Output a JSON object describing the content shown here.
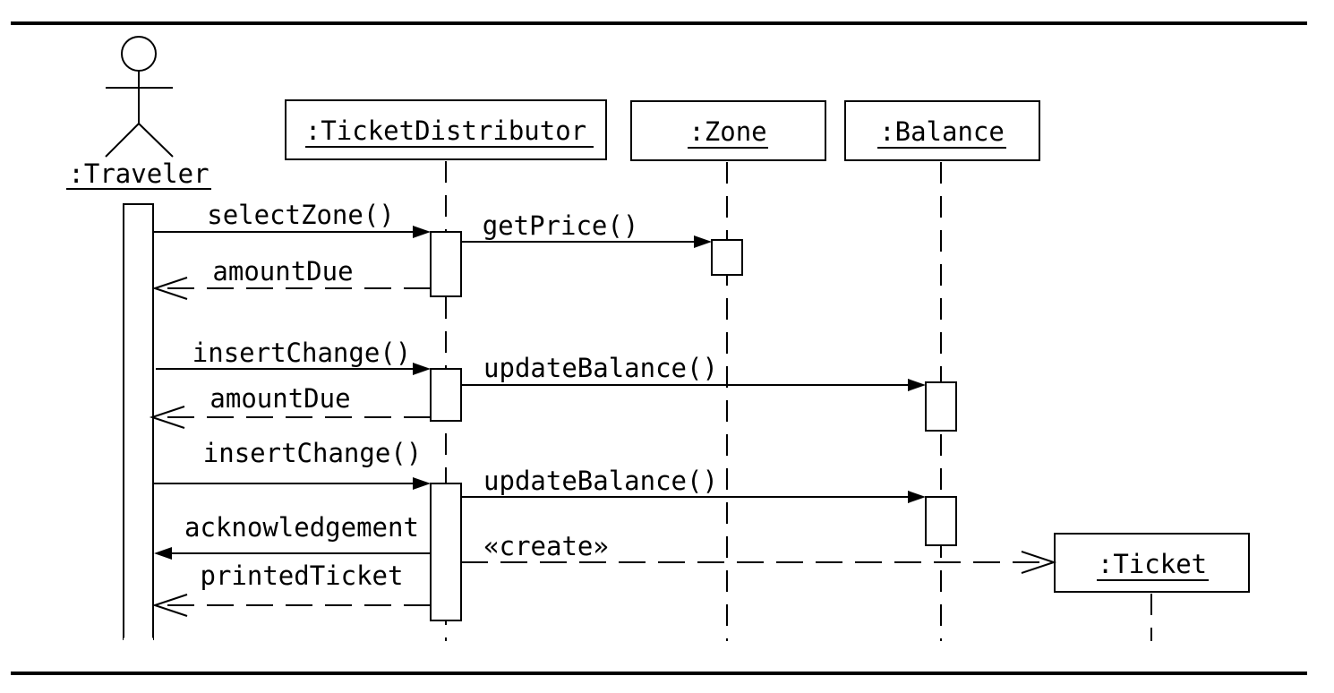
{
  "lifelines": {
    "traveler": ":Traveler",
    "distributor": ":TicketDistributor",
    "zone": ":Zone",
    "balance": ":Balance",
    "ticket": ":Ticket"
  },
  "messages": {
    "m1": "selectZone()",
    "m2": "getPrice()",
    "m3": "amountDue",
    "m4": "insertChange()",
    "m5": "updateBalance()",
    "m6": "amountDue",
    "m7": "insertChange()",
    "m8": "updateBalance()",
    "m9": "acknowledgement",
    "m10": "«create»",
    "m11": "printedTicket"
  }
}
